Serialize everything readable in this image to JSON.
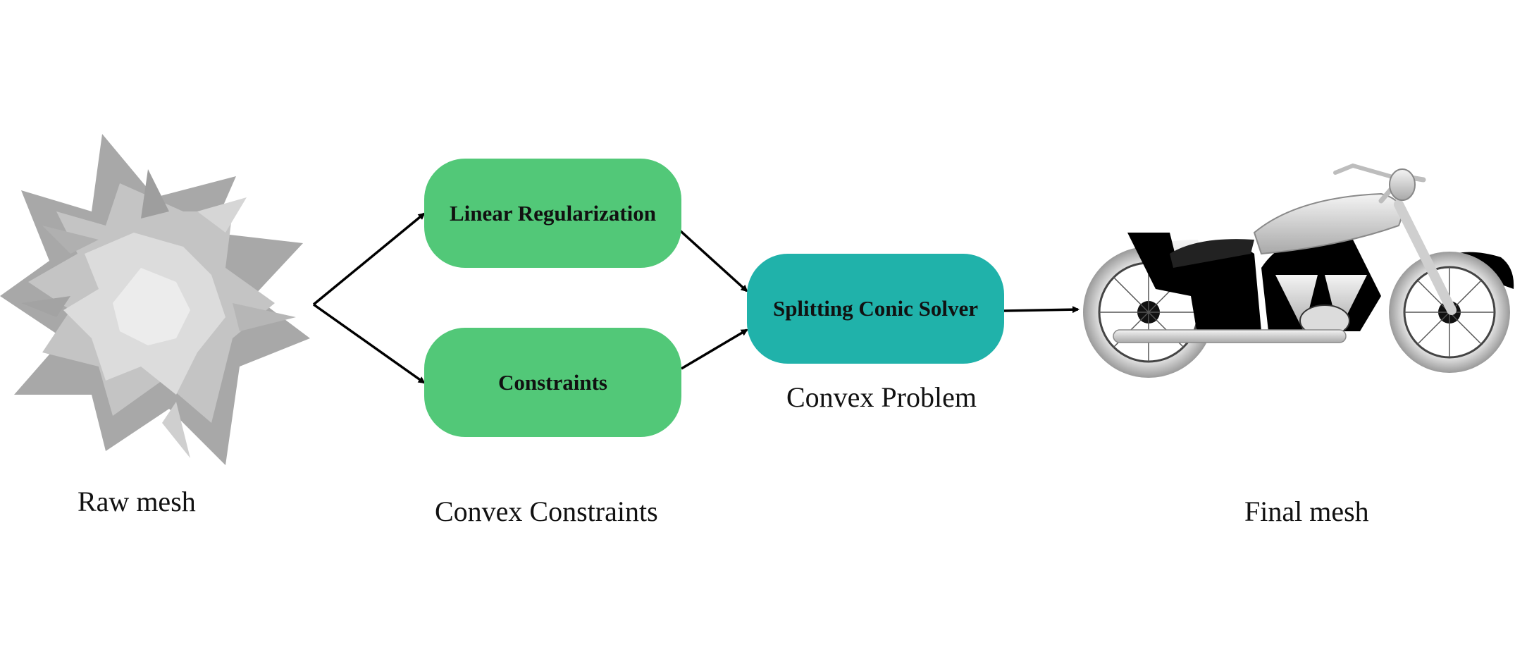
{
  "colors": {
    "box_green": "#52c878",
    "box_teal": "#20b2aa",
    "arrow": "#000000",
    "mesh_gray": "#bdbdbd",
    "text": "#111111"
  },
  "boxes": {
    "linear_regularization": "Linear Regularization",
    "constraints": "Constraints",
    "solver": "Splitting Conic Solver"
  },
  "captions": {
    "raw_mesh": "Raw mesh",
    "convex_constraints": "Convex Constraints",
    "convex_problem": "Convex Problem",
    "final_mesh": "Final mesh"
  },
  "images": {
    "raw_mesh": "spiky-gray-mesh-icon",
    "final_mesh": "motorcycle-mesh-icon"
  }
}
